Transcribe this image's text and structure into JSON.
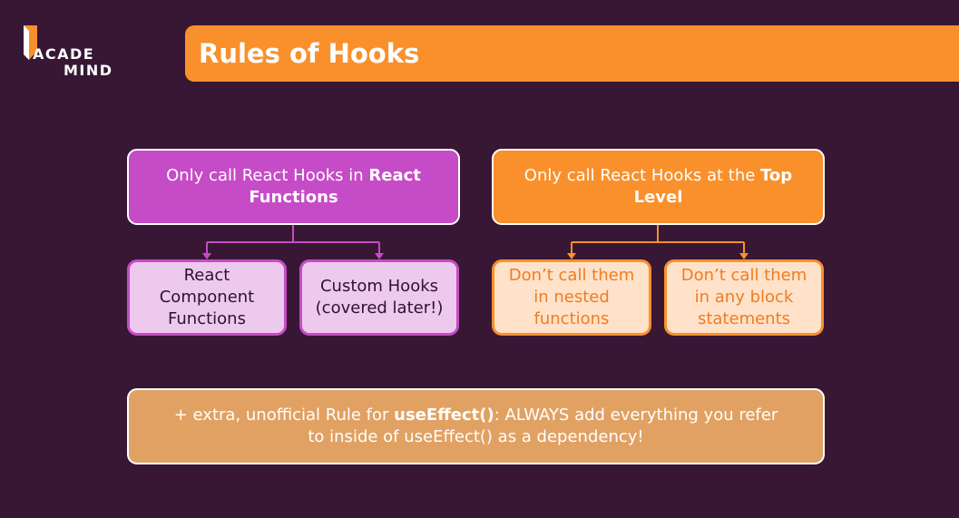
{
  "brand": {
    "logo_line1": "ACADE",
    "logo_line2": "MIND"
  },
  "title": "Rules of Hooks",
  "rules": [
    {
      "text_before": "Only call React Hooks in ",
      "text_bold": "React Functions",
      "sub_items": [
        "React Component Functions",
        "Custom Hooks (covered later!)"
      ]
    },
    {
      "text_before": "Only call React Hooks at the ",
      "text_bold": "Top Level",
      "sub_items": [
        "Don’t call them in nested functions",
        "Don’t call them in any block statements"
      ]
    }
  ],
  "extra_rule": {
    "prefix": "+ extra, unofficial Rule for ",
    "bold": "useEffect()",
    "suffix": ": ALWAYS add everything you refer to inside of useEffect() as a dependency!"
  },
  "colors": {
    "background": "#371734",
    "accent_orange": "#f9902b",
    "accent_purple": "#c64bc6",
    "light_purple": "#eec9ee",
    "light_orange": "#ffe2c9",
    "extra_box": "#e1a163"
  }
}
